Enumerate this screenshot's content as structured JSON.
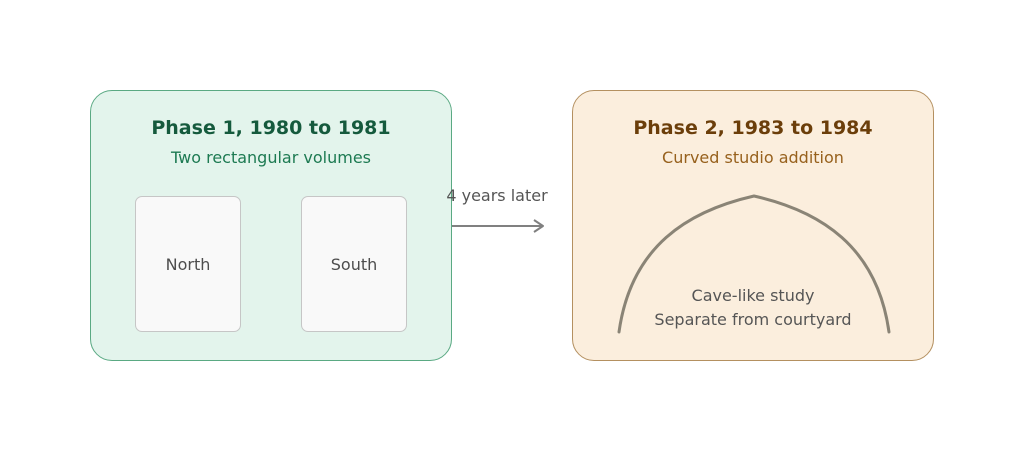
{
  "phase1": {
    "title": "Phase 1, 1980 to 1981",
    "subtitle": "Two rectangular volumes",
    "volumes": [
      "North",
      "South"
    ],
    "fill_color": "#e3f4ec",
    "border_color": "#5aa983"
  },
  "transition": {
    "label": "4 years later",
    "arrow_color": "#808080"
  },
  "phase2": {
    "title": "Phase 2, 1983 to 1984",
    "subtitle": "Curved studio addition",
    "study_lines": [
      "Cave-like study",
      "Separate from courtyard"
    ],
    "fill_color": "#fbeedd",
    "border_color": "#b49060",
    "arch_color": "#8a8476"
  }
}
